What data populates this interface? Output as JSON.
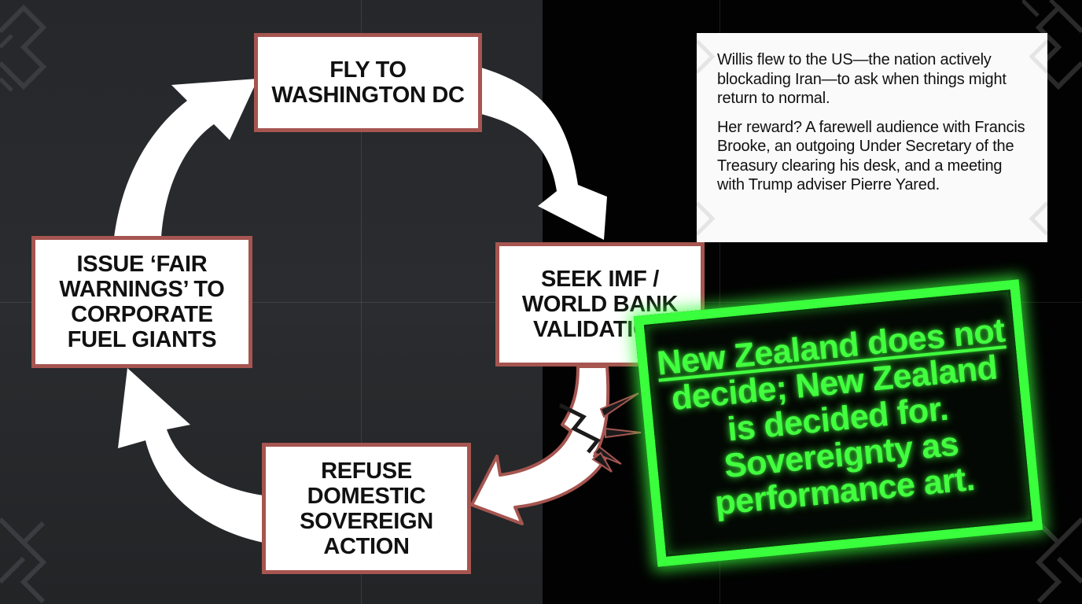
{
  "colors": {
    "left_background": "#2a2c2f",
    "right_background": "#020202",
    "box_border": "#a65550",
    "arrow_fill": "#ffffff",
    "neon_green": "#39ff3c"
  },
  "cycle": {
    "top": {
      "lines": [
        "FLY TO",
        "WASHINGTON DC"
      ]
    },
    "right": {
      "lines": [
        "SEEK IMF /",
        "WORLD BANK",
        "VALIDATION"
      ]
    },
    "bottom": {
      "lines": [
        "REFUSE",
        "DOMESTIC",
        "SOVEREIGN",
        "ACTION"
      ]
    },
    "left": {
      "lines": [
        "ISSUE ‘FAIR",
        "WARNINGS’ TO",
        "CORPORATE",
        "FUEL GIANTS"
      ]
    }
  },
  "info_box": {
    "paragraph1": "Willis flew to the US—the nation actively blockading Iran—to ask when things might return to normal.",
    "paragraph2": "Her reward? A farewell audience with Francis Brooke, an outgoing Under Secretary of the Treasury clearing his desk, and a meeting with Trump adviser Pierre Yared."
  },
  "callout": {
    "lines": [
      "New Zealand does not",
      "decide; New Zealand",
      "is decided for.",
      "Sovereignty as",
      "performance art."
    ]
  }
}
